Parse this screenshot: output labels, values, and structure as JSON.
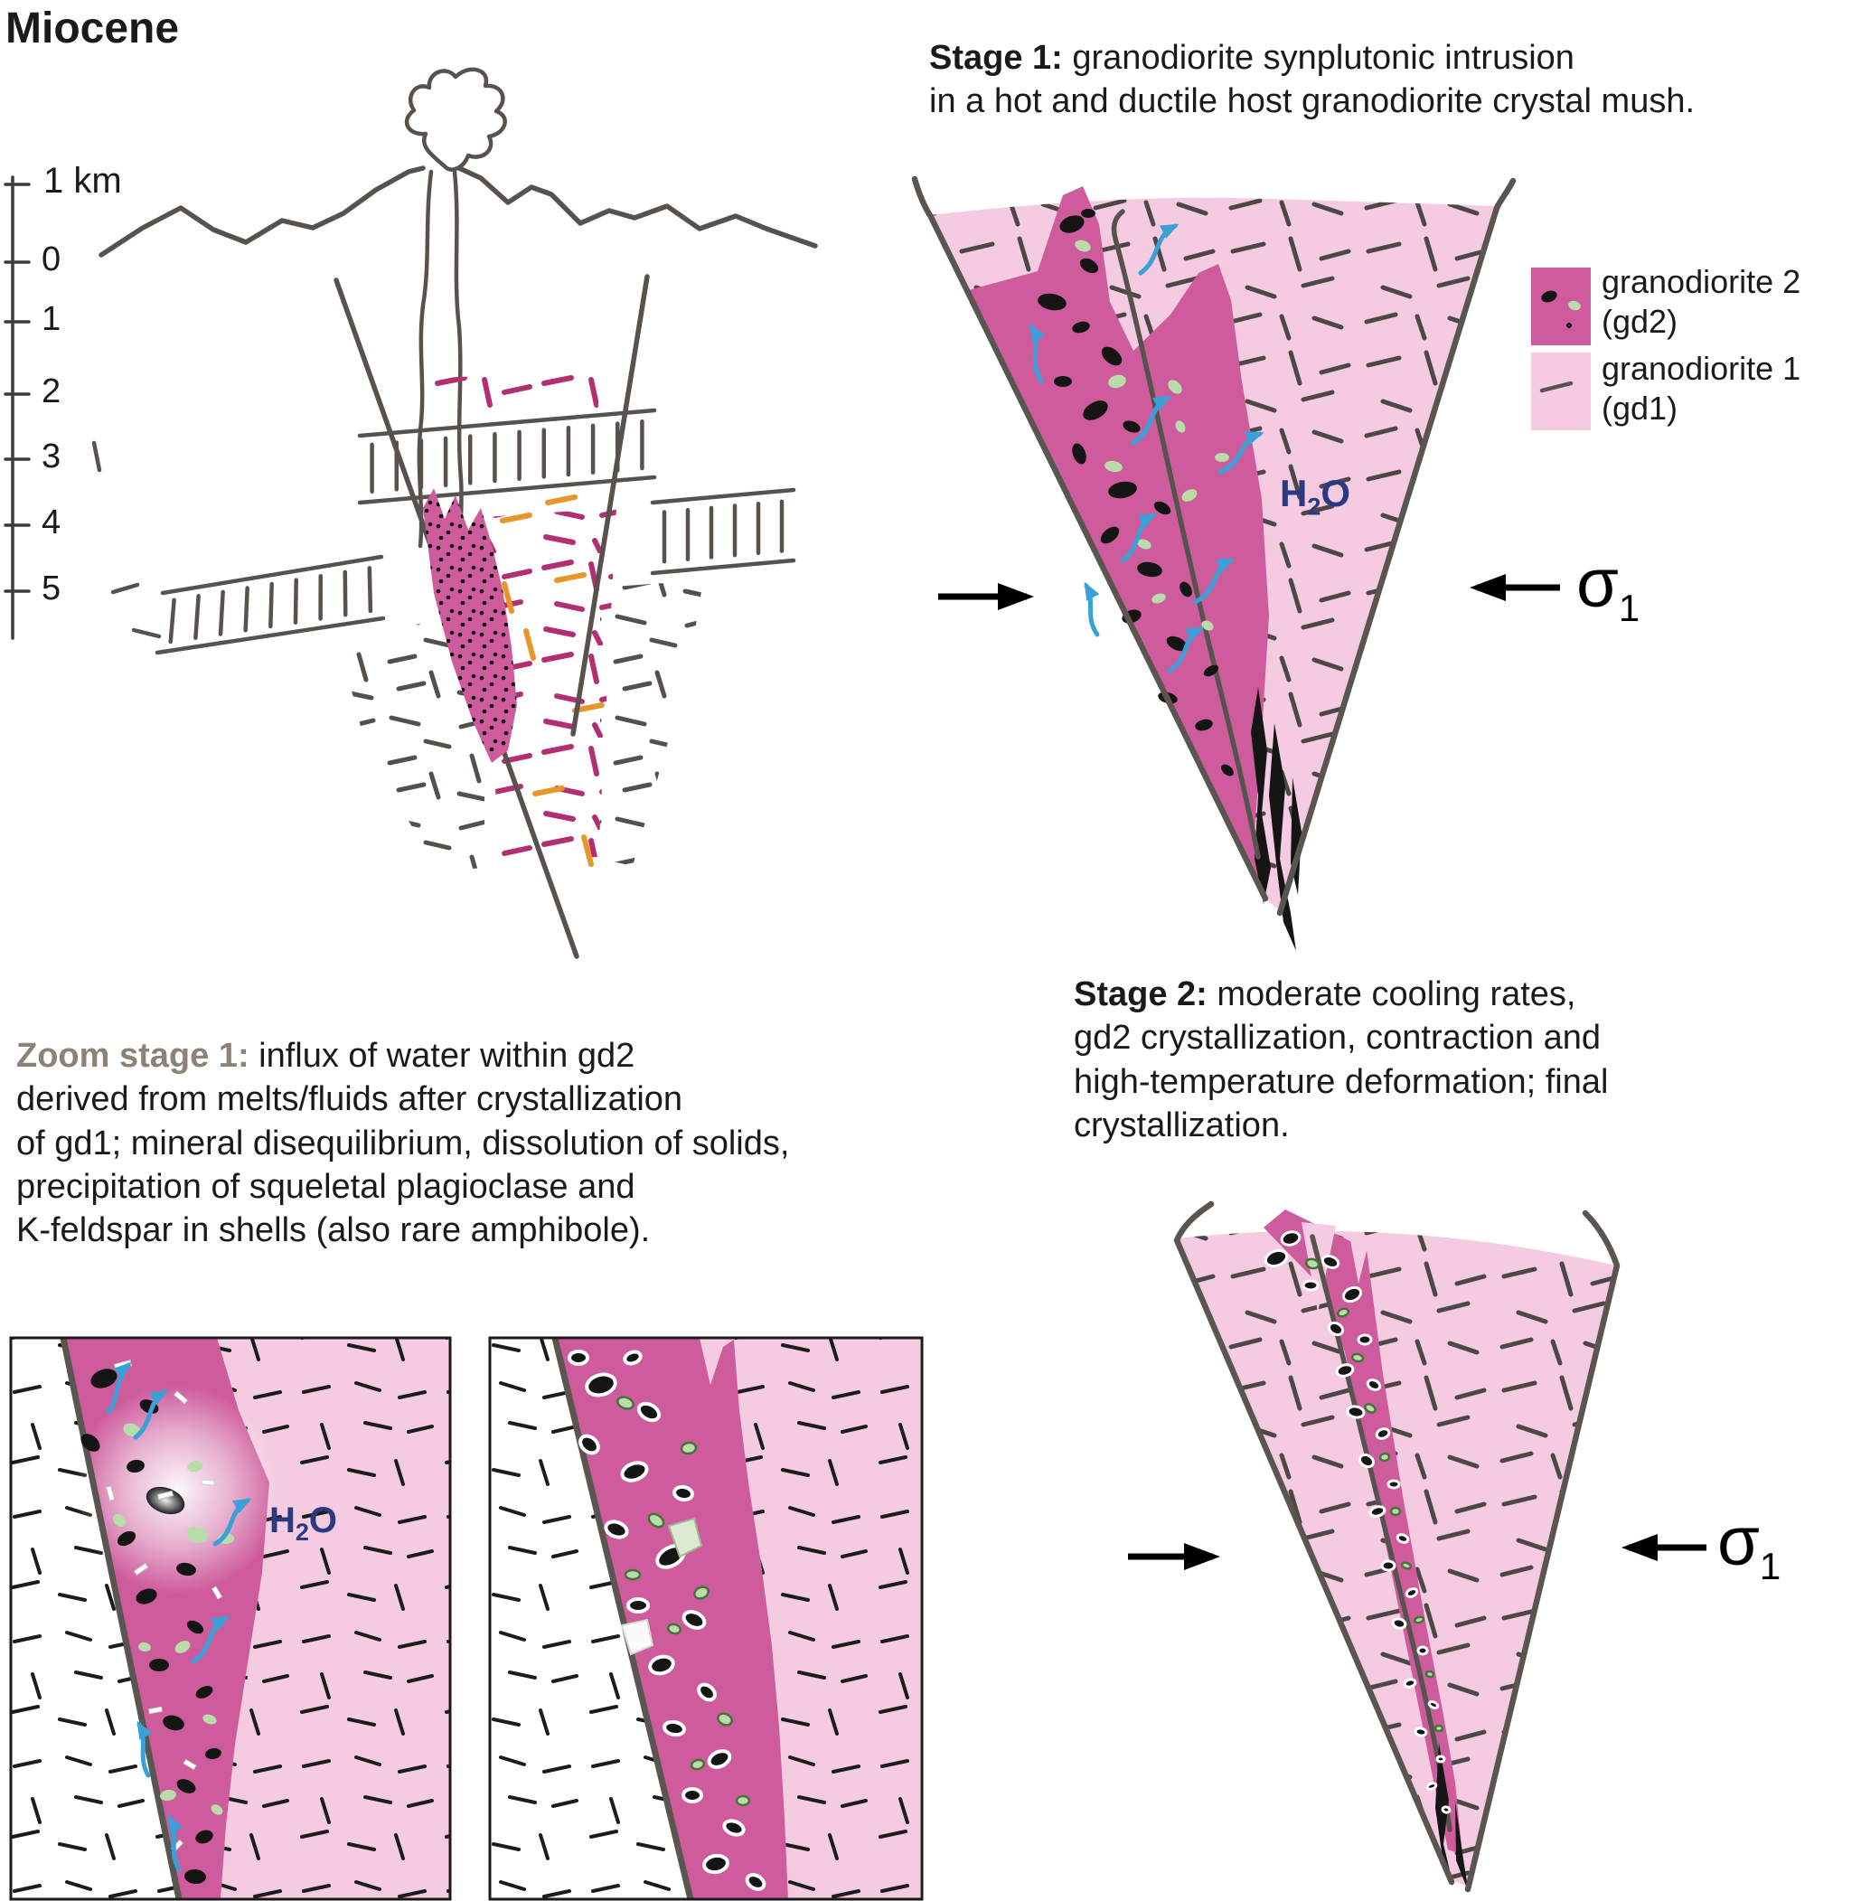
{
  "title": "Miocene",
  "scale": {
    "top": "1 km",
    "ticks": [
      "0",
      "1",
      "2",
      "3",
      "4",
      "5"
    ]
  },
  "stage1": {
    "label": "Stage 1:",
    "line1_rest": " granodiorite synplutonic intrusion",
    "line2": "in a hot and ductile host granodiorite crystal mush."
  },
  "legend": {
    "gd2_line1": "granodiorite 2",
    "gd2_line2": "(gd2)",
    "gd1_line1": "granodiorite 1",
    "gd1_line2": "(gd1)"
  },
  "h2o": {
    "h": "H",
    "sub": "2",
    "o": "O"
  },
  "sigma": {
    "symbol": "σ",
    "sub": "1"
  },
  "zoom": {
    "label": "Zoom stage 1:",
    "line1_rest": " influx of water within gd2",
    "line2": "derived from melts/fluids after crystallization",
    "line3": "of gd1; mineral disequilibrium, dissolution of solids,",
    "line4": "precipitation of squeletal plagioclase and",
    "line5": "K-feldspar in shells (also rare amphibole)."
  },
  "stage2": {
    "label": "Stage 2:",
    "line1_rest": " moderate cooling rates,",
    "line2": "gd2 crystallization, contraction and",
    "line3": "high-temperature deformation; final",
    "line4": "crystallization."
  },
  "colors": {
    "gd1_pink": "#f4cbe0",
    "gd2_magenta": "#ce5c9d",
    "water_blue": "#3aa0d8",
    "h2o_text": "#2b3a80",
    "sketch_gray": "#57524e",
    "dash_magenta": "#b32f74",
    "dash_orange": "#e8952a",
    "crystal_green": "#b9dcaa",
    "zoom_heading_gray": "#8c8277"
  }
}
